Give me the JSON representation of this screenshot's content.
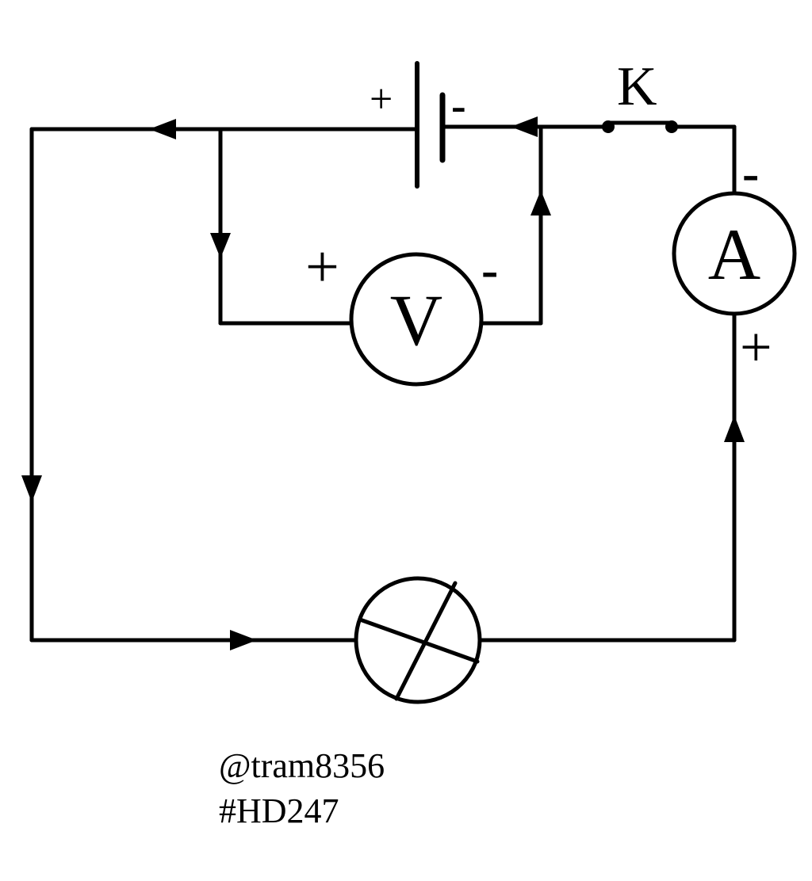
{
  "diagram": {
    "battery": {
      "plus": "+",
      "minus": "-"
    },
    "switch": {
      "label": "K"
    },
    "voltmeter": {
      "letter": "V",
      "plus": "+",
      "minus": "-"
    },
    "ammeter": {
      "letter": "A",
      "plus": "+",
      "minus": "-"
    }
  },
  "credits": {
    "handle": "@tram8356",
    "tag": "#HD247"
  }
}
